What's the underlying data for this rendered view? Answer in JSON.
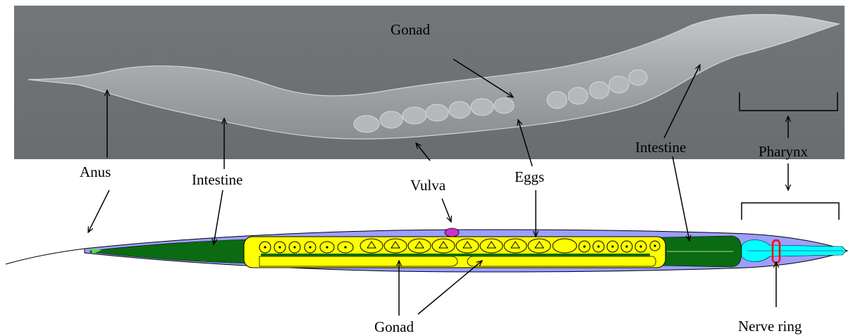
{
  "labels": {
    "gonad_top": "Gonad",
    "anus": "Anus",
    "intestine_left": "Intestine",
    "vulva": "Vulva",
    "eggs": "Eggs",
    "intestine_right": "Intestine",
    "pharynx": "Pharynx",
    "gonad_bottom": "Gonad",
    "nerve_ring": "Nerve ring"
  },
  "colors": {
    "photo_bg": "#6f7275",
    "worm_body": "#9c9fff",
    "intestine": "#0a6b12",
    "gonad": "#ffff00",
    "pharynx": "#00ffff",
    "nerve_ring": "#ff0000",
    "vulva": "#cc33cc"
  }
}
